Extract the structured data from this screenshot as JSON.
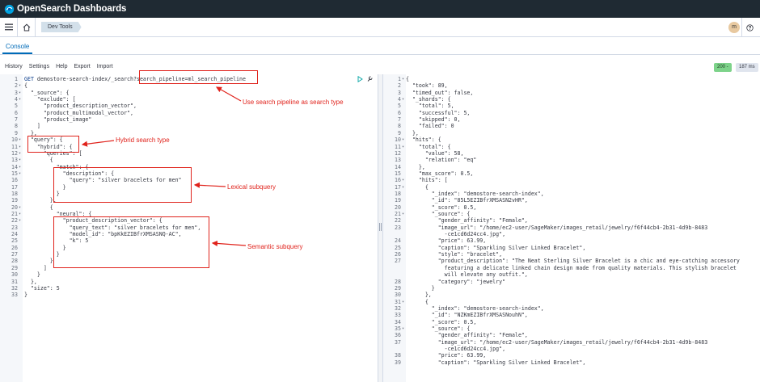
{
  "brand": {
    "name": "OpenSearch Dashboards"
  },
  "nav": {
    "breadcrumb": "Dev Tools",
    "avatar_initial": "m"
  },
  "console": {
    "tab": "Console",
    "toolbar": [
      "History",
      "Settings",
      "Help",
      "Export",
      "Import"
    ],
    "status": "200 -",
    "time": "187 ms"
  },
  "request": {
    "method": "GET",
    "path": "demostore-search-index/_search?",
    "query_param": "search_pipeline=ml_search_pipeline",
    "lines": [
      {
        "n": "1",
        "f": "",
        "t": ""
      },
      {
        "n": "2",
        "f": "▾",
        "t": "{"
      },
      {
        "n": "3",
        "f": "▾",
        "t": "  \"_source\": {"
      },
      {
        "n": "4",
        "f": "▾",
        "t": "    \"exclude\": ["
      },
      {
        "n": "5",
        "f": "",
        "t": "      \"product_description_vector\","
      },
      {
        "n": "6",
        "f": "",
        "t": "      \"product_multimodal_vector\","
      },
      {
        "n": "7",
        "f": "",
        "t": "      \"product_image\""
      },
      {
        "n": "8",
        "f": "",
        "t": "    ]"
      },
      {
        "n": "9",
        "f": "",
        "t": "  },"
      },
      {
        "n": "10",
        "f": "▾",
        "t": "  \"query\": {"
      },
      {
        "n": "11",
        "f": "▾",
        "t": "    \"hybrid\": {"
      },
      {
        "n": "12",
        "f": "▾",
        "t": "      \"queries\": ["
      },
      {
        "n": "13",
        "f": "▾",
        "t": "        {"
      },
      {
        "n": "14",
        "f": "▾",
        "t": "          \"match\": {"
      },
      {
        "n": "15",
        "f": "▾",
        "t": "            \"description\": {"
      },
      {
        "n": "16",
        "f": "",
        "t": "              \"query\": \"silver bracelets for men\""
      },
      {
        "n": "17",
        "f": "",
        "t": "            }"
      },
      {
        "n": "18",
        "f": "",
        "t": "          }"
      },
      {
        "n": "19",
        "f": "",
        "t": "        },"
      },
      {
        "n": "20",
        "f": "▾",
        "t": "        {"
      },
      {
        "n": "21",
        "f": "▾",
        "t": "          \"neural\": {"
      },
      {
        "n": "22",
        "f": "▾",
        "t": "            \"product_description_vector\": {"
      },
      {
        "n": "23",
        "f": "",
        "t": "              \"query_text\": \"silver bracelets for men\","
      },
      {
        "n": "24",
        "f": "",
        "t": "              \"model_id\": \"bpKkEZIBfrXMSASNQ-AC\","
      },
      {
        "n": "25",
        "f": "",
        "t": "              \"k\": 5"
      },
      {
        "n": "26",
        "f": "",
        "t": "            }"
      },
      {
        "n": "27",
        "f": "",
        "t": "          }"
      },
      {
        "n": "28",
        "f": "",
        "t": "        }"
      },
      {
        "n": "29",
        "f": "",
        "t": "      ]"
      },
      {
        "n": "30",
        "f": "",
        "t": "    }"
      },
      {
        "n": "31",
        "f": "",
        "t": "  },"
      },
      {
        "n": "32",
        "f": "",
        "t": "  \"size\": 5"
      },
      {
        "n": "33",
        "f": "",
        "t": "}"
      }
    ]
  },
  "response": {
    "lines": [
      {
        "n": "1",
        "f": "▾",
        "t": "{"
      },
      {
        "n": "2",
        "f": "",
        "t": "  \"took\": 89,"
      },
      {
        "n": "3",
        "f": "",
        "t": "  \"timed_out\": false,"
      },
      {
        "n": "4",
        "f": "▾",
        "t": "  \"_shards\": {"
      },
      {
        "n": "5",
        "f": "",
        "t": "    \"total\": 5,"
      },
      {
        "n": "6",
        "f": "",
        "t": "    \"successful\": 5,"
      },
      {
        "n": "7",
        "f": "",
        "t": "    \"skipped\": 0,"
      },
      {
        "n": "8",
        "f": "",
        "t": "    \"failed\": 0"
      },
      {
        "n": "9",
        "f": "",
        "t": "  },"
      },
      {
        "n": "10",
        "f": "▾",
        "t": "  \"hits\": {"
      },
      {
        "n": "11",
        "f": "▾",
        "t": "    \"total\": {"
      },
      {
        "n": "12",
        "f": "",
        "t": "      \"value\": 58,"
      },
      {
        "n": "13",
        "f": "",
        "t": "      \"relation\": \"eq\""
      },
      {
        "n": "14",
        "f": "",
        "t": "    },"
      },
      {
        "n": "15",
        "f": "",
        "t": "    \"max_score\": 0.5,"
      },
      {
        "n": "16",
        "f": "▾",
        "t": "    \"hits\": ["
      },
      {
        "n": "17",
        "f": "▾",
        "t": "      {"
      },
      {
        "n": "18",
        "f": "",
        "t": "        \"_index\": \"demostore-search-index\","
      },
      {
        "n": "19",
        "f": "",
        "t": "        \"_id\": \"85L5EZIBfrXMSASN2vHR\","
      },
      {
        "n": "20",
        "f": "",
        "t": "        \"_score\": 0.5,"
      },
      {
        "n": "21",
        "f": "▾",
        "t": "        \"_source\": {"
      },
      {
        "n": "22",
        "f": "",
        "t": "          \"gender_affinity\": \"Female\","
      },
      {
        "n": "23",
        "f": "",
        "t": "          \"image_url\": \"/home/ec2-user/SageMaker/images_retail/jewelry/f6f44cb4-2b31-4d9b-8483"
      },
      {
        "n": "",
        "f": "",
        "t": "            -ce1cd6d24cc4.jpg\","
      },
      {
        "n": "24",
        "f": "",
        "t": "          \"price\": 63.99,"
      },
      {
        "n": "25",
        "f": "",
        "t": "          \"caption\": \"Sparkling Silver Linked Bracelet\","
      },
      {
        "n": "26",
        "f": "",
        "t": "          \"style\": \"bracelet\","
      },
      {
        "n": "27",
        "f": "",
        "t": "          \"product_description\": \"The Neat Sterling Silver Bracelet is a chic and eye-catching accessory"
      },
      {
        "n": "",
        "f": "",
        "t": "            featuring a delicate linked chain design made from quality materials. This stylish bracelet"
      },
      {
        "n": "",
        "f": "",
        "t": "            will elevate any outfit.\","
      },
      {
        "n": "28",
        "f": "",
        "t": "          \"category\": \"jewelry\""
      },
      {
        "n": "29",
        "f": "",
        "t": "        }"
      },
      {
        "n": "30",
        "f": "",
        "t": "      },"
      },
      {
        "n": "31",
        "f": "▾",
        "t": "      {"
      },
      {
        "n": "32",
        "f": "",
        "t": "        \"_index\": \"demostore-search-index\","
      },
      {
        "n": "33",
        "f": "",
        "t": "        \"_id\": \"NZKmEZIBfrXMSASNouhN\","
      },
      {
        "n": "34",
        "f": "",
        "t": "        \"_score\": 0.5,"
      },
      {
        "n": "35",
        "f": "▾",
        "t": "        \"_source\": {"
      },
      {
        "n": "36",
        "f": "",
        "t": "          \"gender_affinity\": \"Female\","
      },
      {
        "n": "37",
        "f": "",
        "t": "          \"image_url\": \"/home/ec2-user/SageMaker/images_retail/jewelry/f6f44cb4-2b31-4d9b-8483"
      },
      {
        "n": "",
        "f": "",
        "t": "            -ce1cd6d24cc4.jpg\","
      },
      {
        "n": "38",
        "f": "",
        "t": "          \"price\": 63.99,"
      },
      {
        "n": "39",
        "f": "",
        "t": "          \"caption\": \"Sparkling Silver Linked Bracelet\","
      }
    ]
  },
  "annotations": {
    "search_type": "Use search pipeline as search type",
    "hybrid": "Hybrid search type",
    "lexical": "Lexical subquery",
    "semantic": "Semantic subquery"
  },
  "colors": {
    "brand_bar": "#1f2a33",
    "accent": "#006bb8",
    "annotation": "#e0231c",
    "status_ok": "#7dd38a"
  },
  "icons": [
    "opensearch-logo-icon",
    "menu-icon",
    "home-icon",
    "help-icon",
    "play-icon",
    "wrench-icon"
  ]
}
